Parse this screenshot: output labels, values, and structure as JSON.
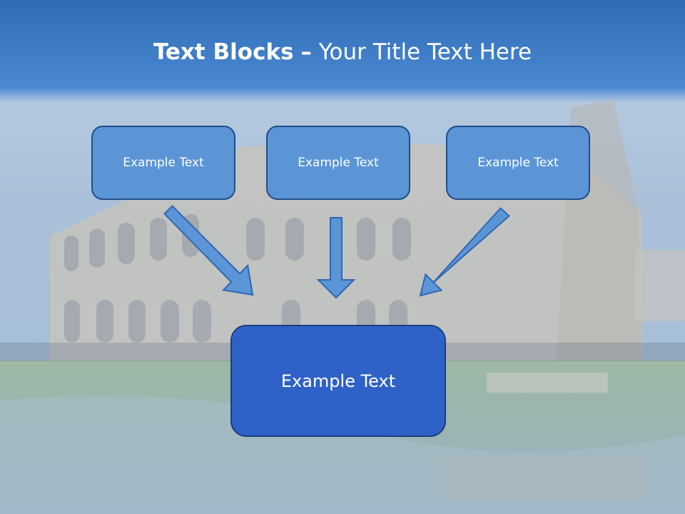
{
  "title": {
    "bold": "Text Blocks",
    "separator": "–",
    "rest": "Your Title Text Here"
  },
  "blocks": {
    "top": [
      "Example Text",
      "Example Text",
      "Example Text"
    ],
    "bottom": "Example Text"
  },
  "colors": {
    "header": "#3f7cc4",
    "top_box_fill": "#5b95d6",
    "bottom_box_fill": "#2f62c6",
    "arrow_fill": "#5b95d6",
    "arrow_stroke": "#2f67b3"
  }
}
